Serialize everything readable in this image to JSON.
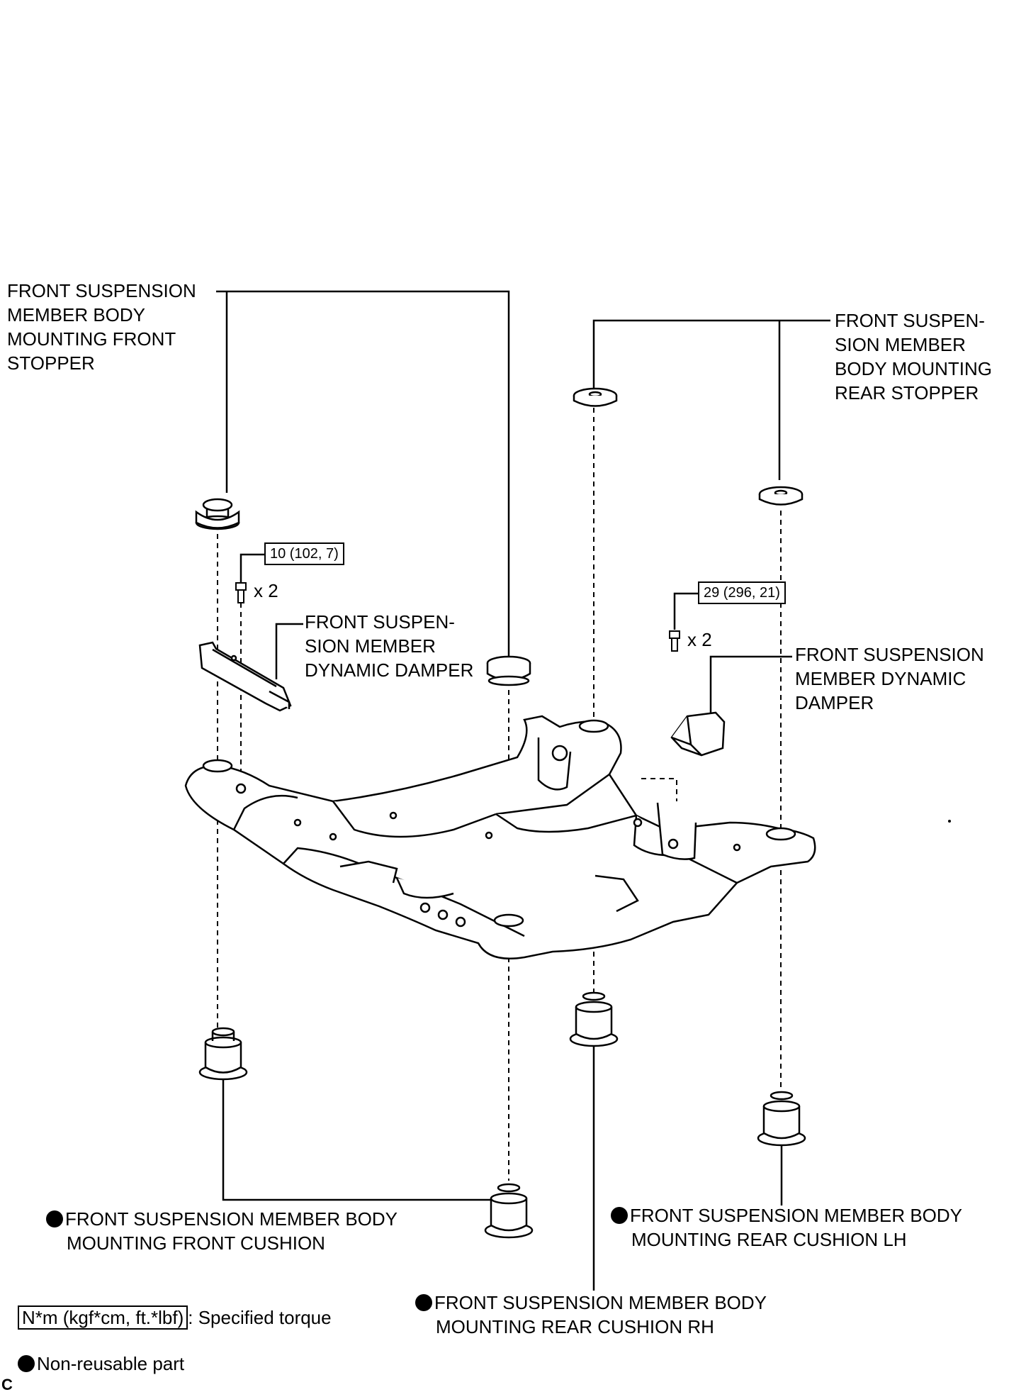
{
  "labels": {
    "front_stopper": [
      "FRONT SUSPENSION",
      "MEMBER BODY",
      "MOUNTING FRONT",
      "STOPPER"
    ],
    "rear_stopper": [
      "FRONT SUSPEN-",
      "SION MEMBER",
      "BODY MOUNTING",
      "REAR STOPPER"
    ],
    "damper_left": [
      "FRONT SUSPEN-",
      "SION MEMBER",
      "DYNAMIC DAMPER"
    ],
    "damper_right": [
      "FRONT SUSPENSION",
      "MEMBER DYNAMIC",
      "DAMPER"
    ],
    "front_cushion": [
      "FRONT SUSPENSION MEMBER BODY",
      "MOUNTING FRONT CUSHION"
    ],
    "rear_cushion_lh": [
      "FRONT SUSPENSION MEMBER BODY",
      "MOUNTING REAR CUSHION LH"
    ],
    "rear_cushion_rh": [
      "FRONT SUSPENSION MEMBER BODY",
      "MOUNTING REAR CUSHION RH"
    ]
  },
  "torques": {
    "left": "10 (102, 7)",
    "right": "29 (296, 21)"
  },
  "quantities": {
    "left": "x 2",
    "right": "x 2"
  },
  "legend": {
    "torque_unit": "N*m (kgf*cm, ft.*lbf)",
    "torque_desc": ": Specified torque",
    "non_reusable": "Non-reusable part"
  },
  "corner_mark": "C"
}
